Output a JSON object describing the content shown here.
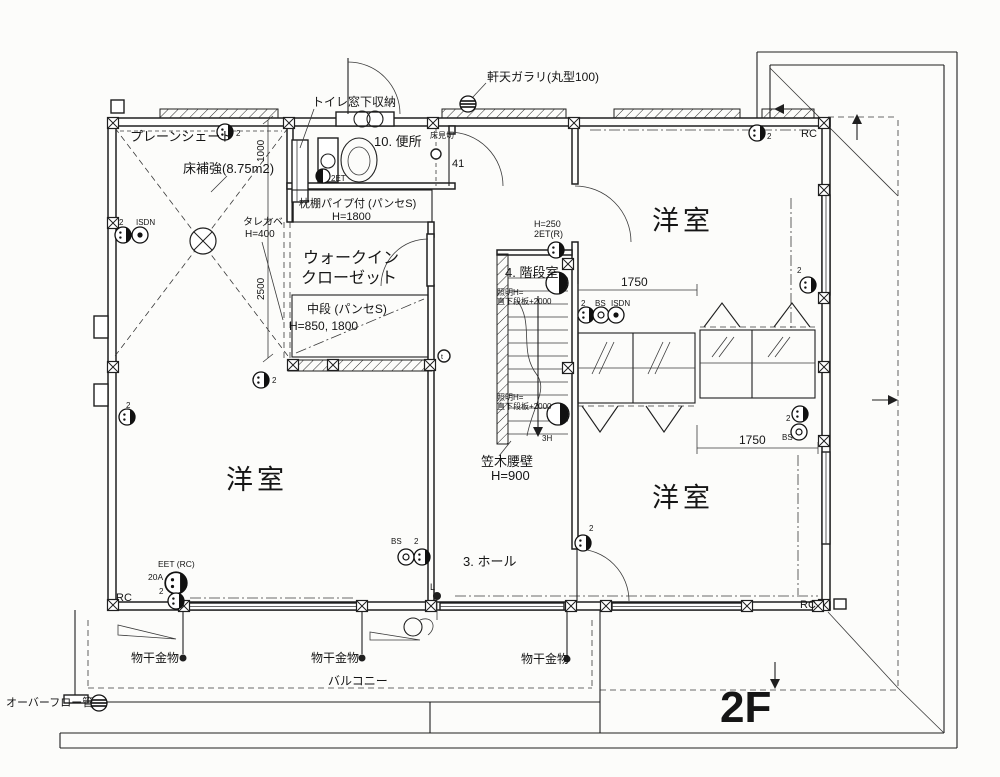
{
  "floor_label": "2F",
  "rooms": {
    "bedroom_ne": "洋室",
    "bedroom_w": "洋室",
    "bedroom_se": "洋室",
    "hall": "3. ホール",
    "stairs": "4. 階段室",
    "toilet": "10. 便所",
    "wic_line1": "ウォークイン",
    "wic_line2": "クローゼット",
    "balcony": "バルコニー"
  },
  "annotations": {
    "plain_shade": "プレーンシェード",
    "floor_reinforcement": "床補強(8.75m2)",
    "toilet_storage": "トイレ窓下収納",
    "eaves_vent": "軒天ガラリ(丸型100)",
    "floor_edge": "床見切",
    "door_width": "41",
    "pillow_shelf": "枕棚パイプ付 (パンセS)",
    "pillow_shelf_height": "H=1800",
    "hanging_wall": "タレカベ",
    "hanging_wall_height": "H=400",
    "mid_shelf": "中段 (パンセS)",
    "mid_shelf_height": "H=850, 1800",
    "stair_light_line1": "照明H=",
    "stair_light_line2": "直下段板+2000",
    "stair_note": "3H",
    "coping_wall": "笠木腰壁",
    "coping_wall_height": "H=900",
    "laundry_hardware": "物干金物",
    "overflow_pipe": "オーバーフロー管",
    "outlet_eet": "EET (RC)",
    "outlet_amp": "20A",
    "outlet_h250": "H=250",
    "outlet_2et_r": "2ET(R)",
    "mark_rc": "RC",
    "mark_l": "L",
    "mark_t": "t",
    "mark_2et": "2ET",
    "mark_bs": "BS",
    "mark_isdn": "ISDN",
    "mark_2": "2"
  },
  "dimensions": {
    "v_upper": "1000",
    "v_lower": "2500",
    "closet_top": "1750",
    "closet_bottom": "1750"
  },
  "colors": {
    "ink": "#1f1f1f",
    "paper": "#fcfcfa"
  }
}
